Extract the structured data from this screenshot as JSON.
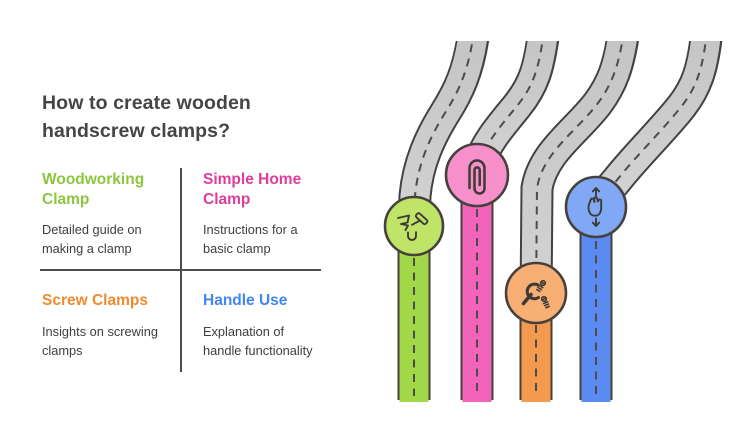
{
  "title": "How to create wooden handscrew clamps?",
  "quadrants": [
    {
      "title": "Woodworking Clamp",
      "description": "Detailed guide on making a clamp",
      "color": "#8cc63f"
    },
    {
      "title": "Simple Home Clamp",
      "description": "Instructions for a basic clamp",
      "color": "#de3d9b"
    },
    {
      "title": "Screw Clamps",
      "description": "Insights on screwing clamps",
      "color": "#ef8b2f"
    },
    {
      "title": "Handle Use",
      "description": "Explanation of handle functionality",
      "color": "#4285f4"
    }
  ],
  "illustration": {
    "road_color": "#cbcbcb",
    "outline_color": "#45423e",
    "dash_color": "#4c4c4c",
    "milestones": [
      {
        "icon": "tools-icon",
        "circle_color": "#bfe468",
        "road_color": "#a2d848"
      },
      {
        "icon": "paperclip-icon",
        "circle_color": "#f78fcb",
        "road_color": "#f263ba"
      },
      {
        "icon": "wrench-screws-icon",
        "circle_color": "#f7af74",
        "road_color": "#f49a4e"
      },
      {
        "icon": "swipe-gesture-icon",
        "circle_color": "#80a8f4",
        "road_color": "#5b8af0"
      }
    ]
  }
}
